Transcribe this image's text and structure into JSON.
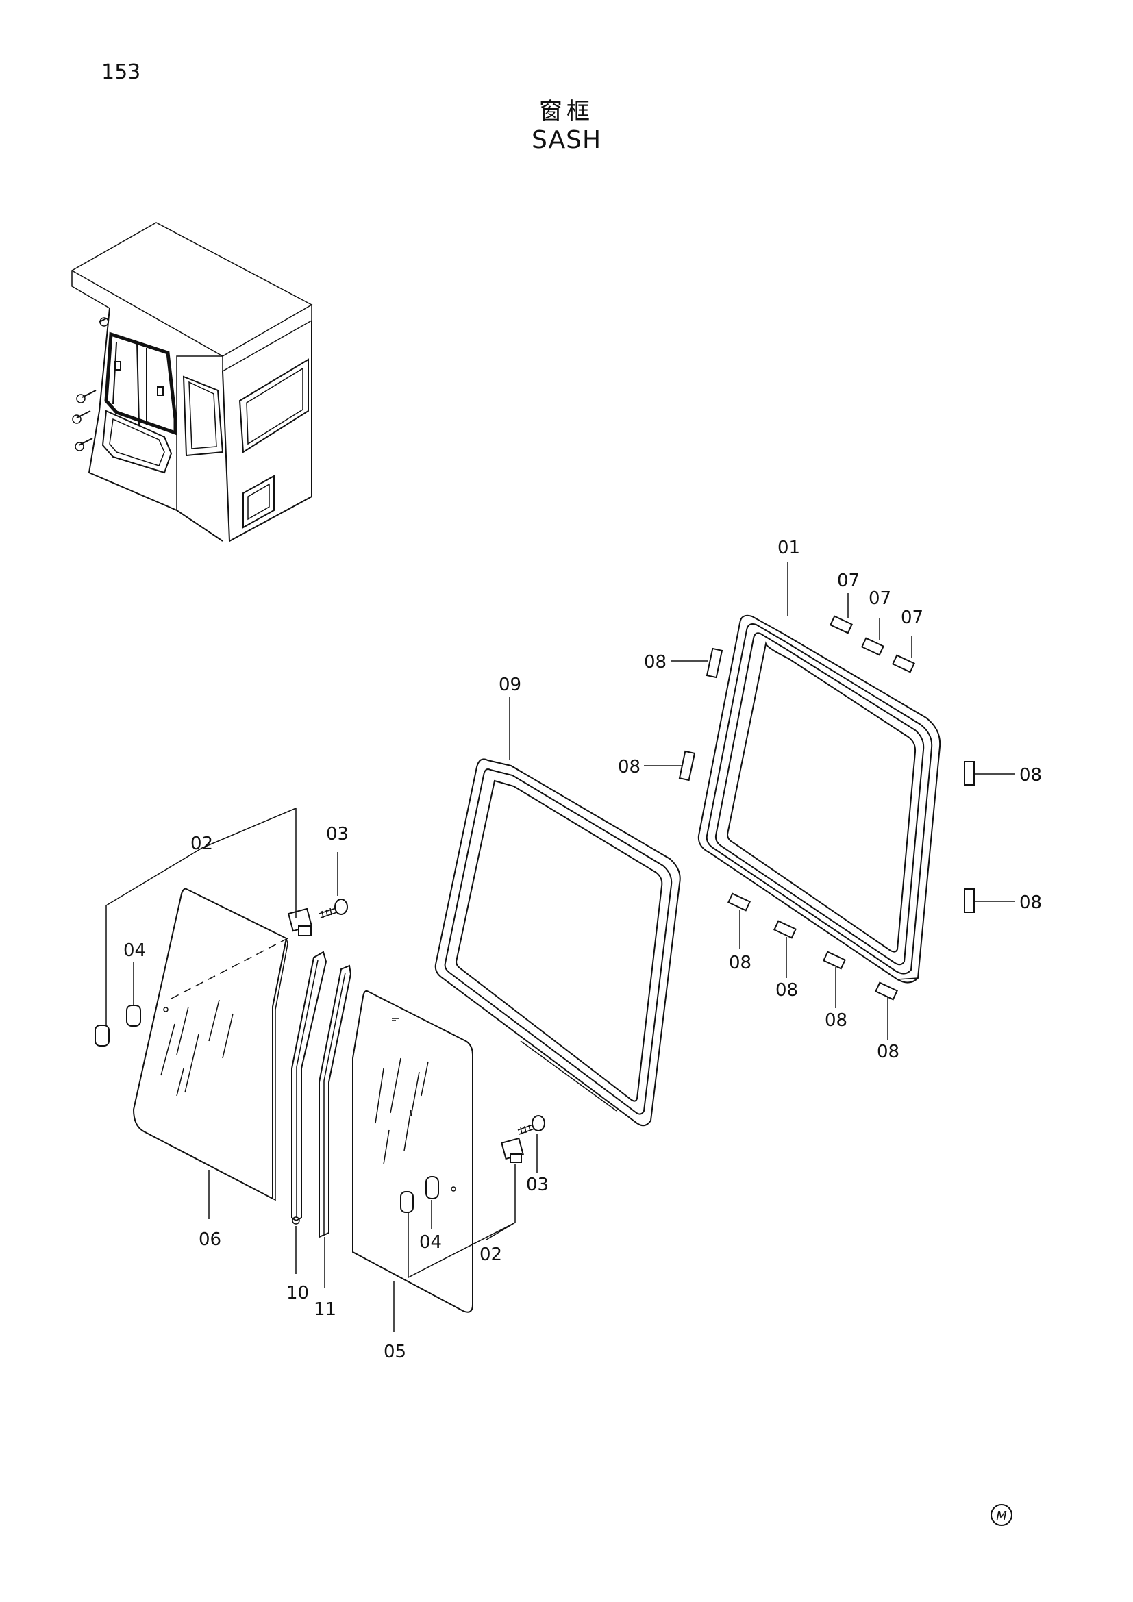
{
  "header": {
    "page_number": "153",
    "title_cn": "窗框",
    "title_en": "SASH"
  },
  "callouts": {
    "c01": "01",
    "c02a": "02",
    "c02b": "02",
    "c03a": "03",
    "c03b": "03",
    "c04a": "04",
    "c04b": "04",
    "c05": "05",
    "c06": "06",
    "c07a": "07",
    "c07b": "07",
    "c07c": "07",
    "c08a": "08",
    "c08b": "08",
    "c08c": "08",
    "c08d": "08",
    "c08e": "08",
    "c08f": "08",
    "c08g": "08",
    "c08h": "08",
    "c09": "09",
    "c10": "10",
    "c11": "11"
  },
  "footer": {
    "maker_mark": "M"
  }
}
